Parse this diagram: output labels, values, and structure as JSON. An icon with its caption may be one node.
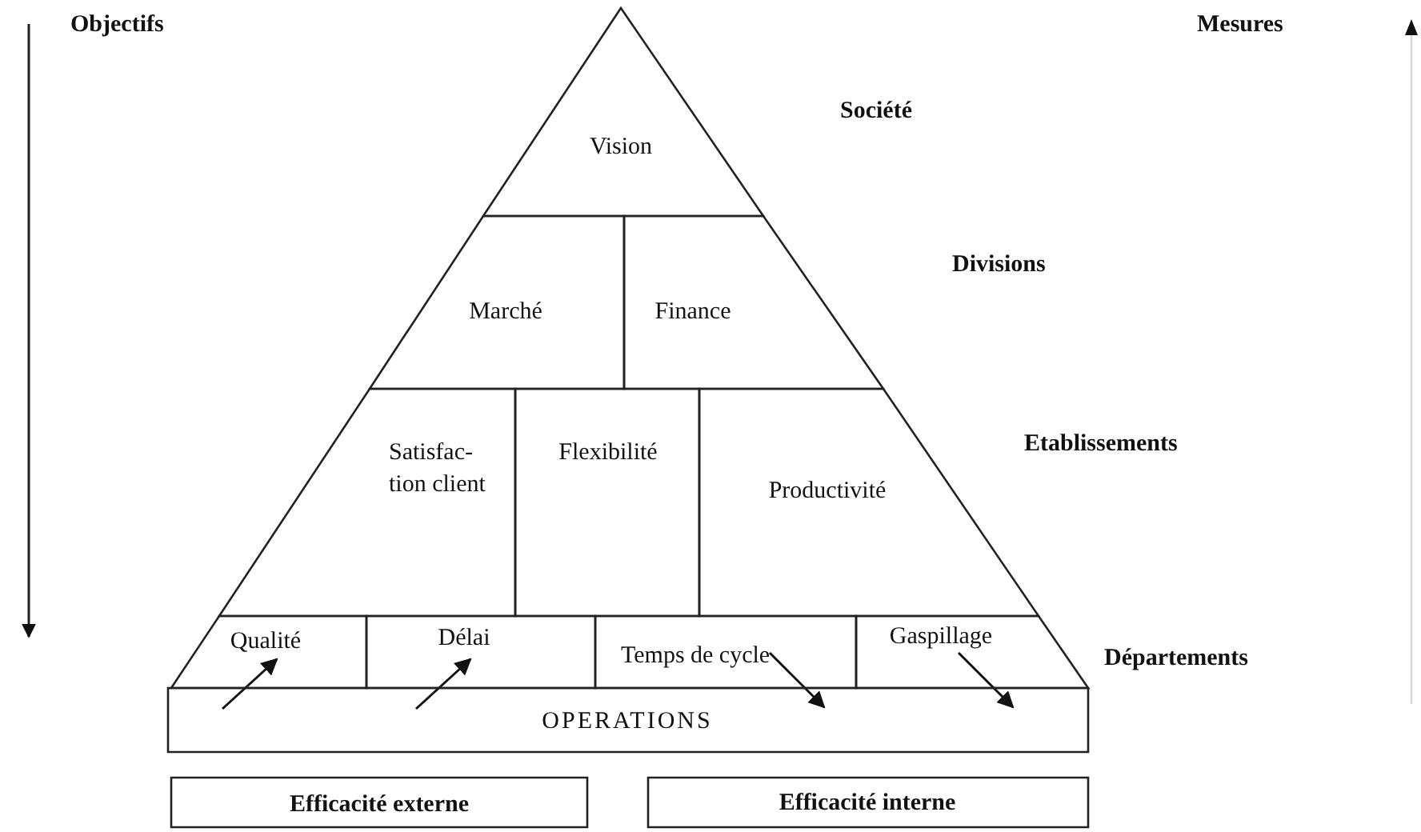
{
  "diagram": {
    "nodes": [
      {
        "text": [
          "Vision"
        ]
      },
      {
        "text": [
          "Marché"
        ]
      },
      {
        "text": [
          "Finance"
        ]
      },
      {
        "text": [
          "Satisfac- tion client"
        ]
      },
      {
        "text": [
          "Flexibilité"
        ]
      },
      {
        "text": [
          "Productivité"
        ]
      },
      {
        "text": [
          "Qualité"
        ]
      },
      {
        "text": [
          "Délai"
        ]
      },
      {
        "text": [
          "Temps de cycle"
        ]
      },
      {
        "text": [
          "Gaspillage"
        ]
      },
      {
        "text": [
          "OPERATIONS"
        ]
      },
      {
        "text": [
          "Efficacité externe"
        ]
      },
      {
        "text": [
          "Efficacité interne"
        ]
      }
    ],
    "edges": [
      {
        "from": 10,
        "to": 6,
        "arrow": "to"
      },
      {
        "from": 10,
        "to": 7,
        "arrow": "to"
      },
      {
        "from": 8,
        "to": 10,
        "arrow": "to"
      },
      {
        "from": 9,
        "to": 10,
        "arrow": "to"
      }
    ],
    "labels": [
      "Objectifs",
      "Mesures",
      "Société",
      "Divisions",
      "Etablissements",
      "Départements"
    ]
  }
}
